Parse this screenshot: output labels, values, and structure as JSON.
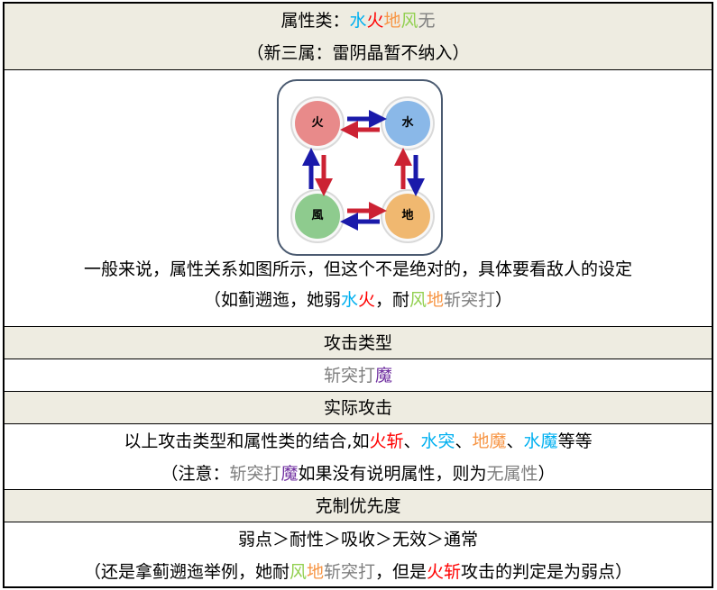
{
  "colors": {
    "water": "#00b0f0",
    "fire": "#ff0000",
    "earth": "#f79646",
    "wind": "#92d050",
    "none": "#7f7f7f",
    "magic": "#7030a0",
    "header_bg": "#eeece1"
  },
  "attr": {
    "label": "属性类：",
    "water": "水",
    "fire": "火",
    "earth": "地",
    "wind": "风",
    "none": "无",
    "note": "（新三属：雷阴晶暂不纳入）"
  },
  "diagram": {
    "fire": "火",
    "water": "水",
    "wind": "風",
    "earth": "地"
  },
  "desc": {
    "line1": "一般来说，属性关系如图所示，但这个不是绝对的，具体要看敌人的设定",
    "l2a": "（如蓟遡迤，她弱",
    "l2b": "水",
    "l2c": "火",
    "l2d": "，耐",
    "l2e": "风",
    "l2f": "地",
    "l2g": "斩突打",
    "l2h": "）"
  },
  "attack_type": {
    "header": "攻击类型",
    "a": "斩突打",
    "b": "魔"
  },
  "actual": {
    "header": "实际攻击",
    "l1a": "以上攻击类型和属性类的结合,如",
    "l1b": "火斩",
    "l1c": "、",
    "l1d": "水突",
    "l1e": "、",
    "l1f": "地魔",
    "l1g": "、",
    "l1h": "水魔",
    "l1i": "等等",
    "l2a": "（注意：",
    "l2b": "斩突打",
    "l2c": "魔",
    "l2d": "如果没有说明属性，则为",
    "l2e": "无属性",
    "l2f": "）"
  },
  "priority": {
    "header": "克制优先度",
    "line1": "弱点＞耐性＞吸收＞无效＞通常",
    "l2a": "（还是拿蓟遡迤举例，她耐",
    "l2b": "风",
    "l2c": "地",
    "l2d": "斩突打",
    "l2e": "，但是",
    "l2f": "火斩",
    "l2g": "攻击的判定是为弱点）"
  }
}
